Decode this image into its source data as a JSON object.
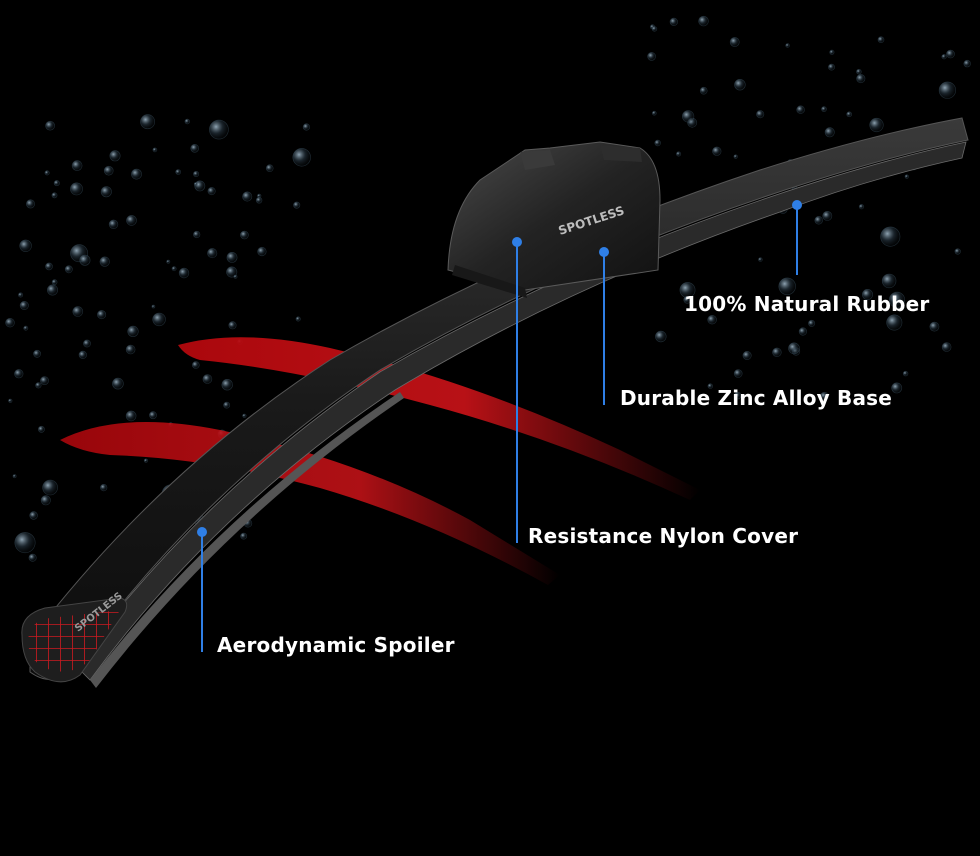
{
  "brand": {
    "logo_text": "SPOTLESS"
  },
  "callouts": {
    "rubber": "100% Natural Rubber",
    "base": "Durable Zinc Alloy Base",
    "cover": "Resistance Nylon Cover",
    "spoiler": "Aerodynamic Spoiler"
  },
  "colors": {
    "background": "#000000",
    "leader_line": "#2f7fe6",
    "accent_red": "#d8141a",
    "blade": "#1d1d1d"
  }
}
